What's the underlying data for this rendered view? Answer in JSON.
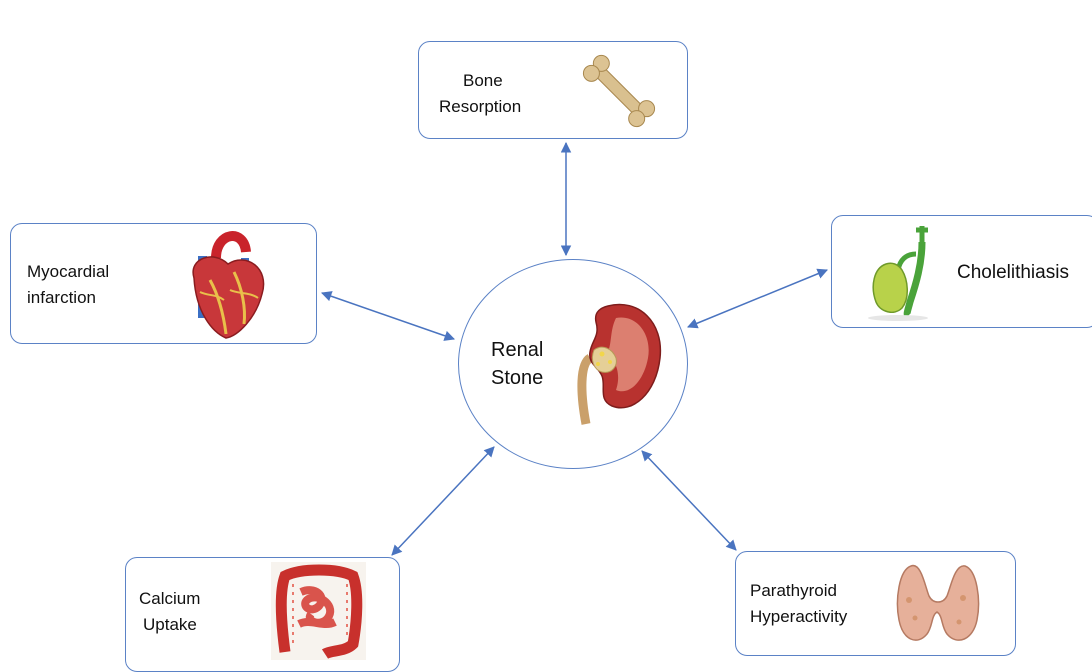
{
  "center": {
    "line1": "Renal",
    "line2": "Stone"
  },
  "nodes": {
    "bone": {
      "line1": "Bone",
      "line2": "Resorption"
    },
    "myocardial": {
      "line1": "Myocardial",
      "line2": "infarction"
    },
    "cholelithiasis": {
      "line1": "Cholelithiasis"
    },
    "calcium": {
      "line1": "Calcium",
      "line2": "Uptake"
    },
    "parathyroid": {
      "line1": "Parathyroid",
      "line2": "Hyperactivity"
    }
  },
  "icons": {
    "center": "kidney-icon",
    "bone": "bone-icon",
    "myocardial": "heart-icon",
    "cholelithiasis": "gallbladder-icon",
    "calcium": "intestine-icon",
    "parathyroid": "thyroid-icon"
  },
  "colors": {
    "border": "#5b82c6",
    "arrow": "#4a74c0"
  }
}
